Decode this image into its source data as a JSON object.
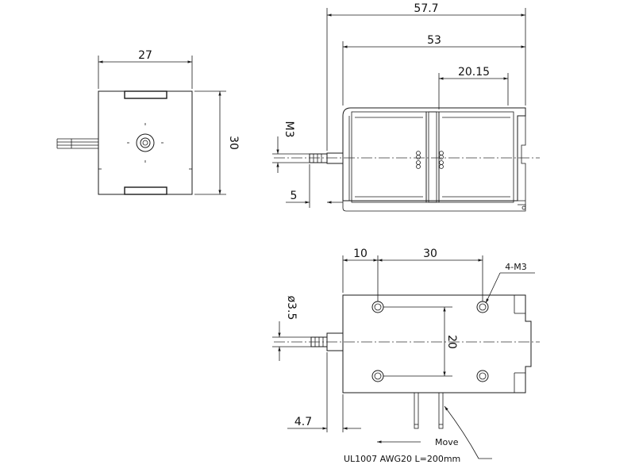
{
  "front_view": {
    "width_dim": "27",
    "height_dim": "30"
  },
  "side_view": {
    "overall_length_dim": "57.7",
    "body_length_dim": "53",
    "half_length_dim": "20.15",
    "thread_label": "M3",
    "plunger_extension_dim": "5"
  },
  "bottom_view": {
    "edge_to_hole_dim": "10",
    "hole_spacing_x_dim": "30",
    "hole_spacing_y_dim": "20",
    "mount_holes_label": "4-M3",
    "shaft_diameter_label": "ø3.5",
    "plunger_extension_dim": "4.7",
    "move_label": "Move",
    "wire_label": "UL1007 AWG20 L=200mm"
  }
}
